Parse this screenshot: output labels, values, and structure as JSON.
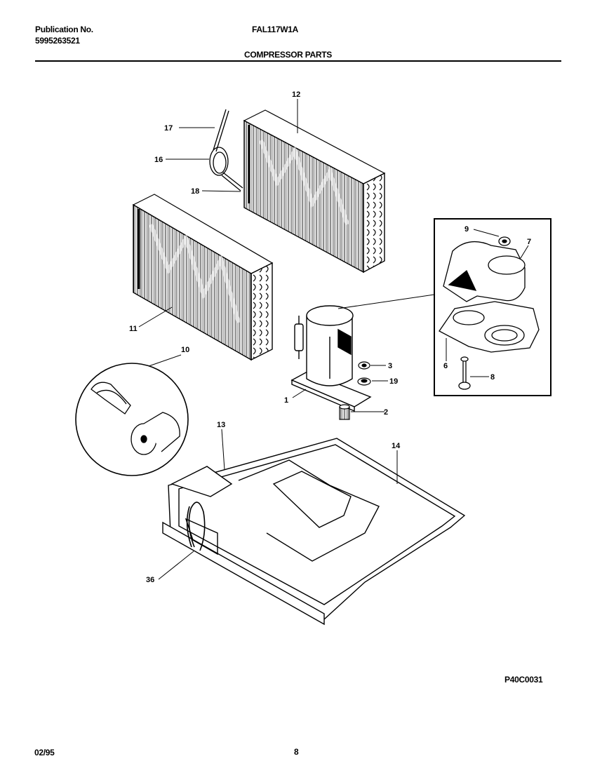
{
  "header": {
    "publication_label": "Publication No.",
    "publication_number": "5995263521",
    "model": "FAL117W1A",
    "section_title": "COMPRESSOR PARTS"
  },
  "callouts": {
    "c1": "1",
    "c2": "2",
    "c3": "3",
    "c6": "6",
    "c7": "7",
    "c8": "8",
    "c9": "9",
    "c10": "10",
    "c11": "11",
    "c12": "12",
    "c13": "13",
    "c14": "14",
    "c16": "16",
    "c17": "17",
    "c18": "18",
    "c19": "19",
    "c36": "36"
  },
  "footer": {
    "figure_code": "P40C0031",
    "date": "02/95",
    "page": "8"
  }
}
